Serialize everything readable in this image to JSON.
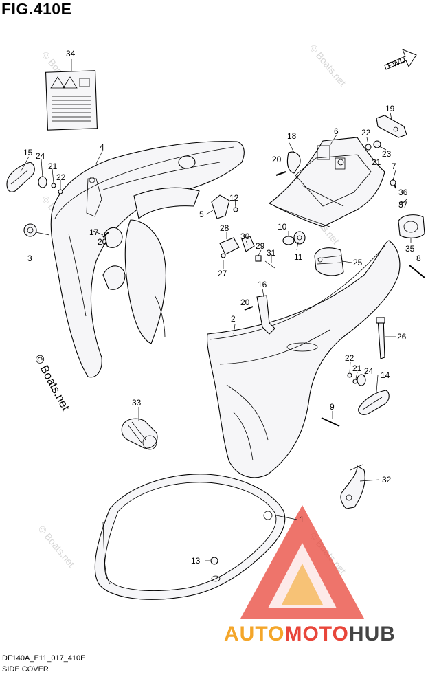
{
  "figure": {
    "title": "FIG.410E",
    "code": "DF140A_E11_017_410E",
    "name": "SIDE COVER",
    "fwd_label": "FWD"
  },
  "watermark": {
    "text": "© Boats.net",
    "repeat_text": "© Boats.net"
  },
  "logo": {
    "part1": "AUTO",
    "part2": "MOTO",
    "part3": "HUB",
    "color1": "#f4a62a",
    "color2": "#e8463a",
    "color3": "#444444"
  },
  "callouts": [
    "1",
    "2",
    "3",
    "4",
    "5",
    "6",
    "7",
    "8",
    "9",
    "10",
    "11",
    "12",
    "13",
    "14",
    "15",
    "16",
    "17",
    "18",
    "19",
    "20",
    "21",
    "22",
    "23",
    "24",
    "25",
    "26",
    "27",
    "28",
    "29",
    "30",
    "31",
    "32",
    "33",
    "34",
    "35",
    "36",
    "37"
  ],
  "labels": {
    "n1": "1",
    "n2": "2",
    "n3": "3",
    "n4": "4",
    "n5": "5",
    "n6": "6",
    "n7": "7",
    "n8": "8",
    "n9": "9",
    "n10": "10",
    "n11": "11",
    "n12": "12",
    "n13": "13",
    "n14": "14",
    "n15": "15",
    "n16": "16",
    "n17": "17",
    "n18": "18",
    "n19": "19",
    "n20": "20",
    "n21": "21",
    "n22": "22",
    "n23": "23",
    "n24": "24",
    "n25": "25",
    "n26": "26",
    "n27": "27",
    "n28": "28",
    "n29": "29",
    "n30": "30",
    "n31": "31",
    "n32": "32",
    "n33": "33",
    "n34": "34",
    "n35": "35",
    "n36": "36",
    "n37": "37"
  }
}
